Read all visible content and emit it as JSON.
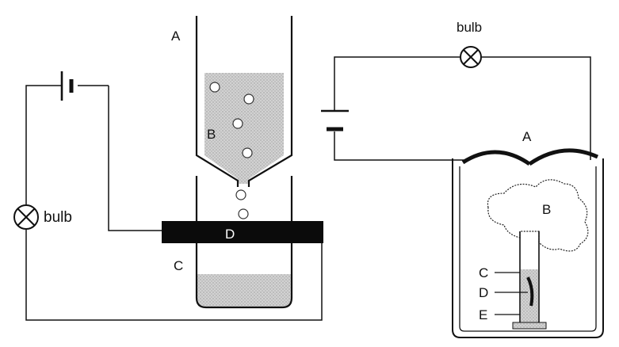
{
  "left_apparatus": {
    "label_a": "A",
    "label_b": "B",
    "label_c": "C",
    "label_d": "D",
    "bulb_label": "bulb"
  },
  "right_apparatus": {
    "bulb_label": "bulb",
    "label_a": "A",
    "label_b": "B",
    "label_c": "C",
    "label_d": "D",
    "label_e": "E"
  },
  "colors": {
    "ink": "#111111",
    "liquid": "#c9c9c9",
    "electrode_bar": "#0b0b0b"
  }
}
